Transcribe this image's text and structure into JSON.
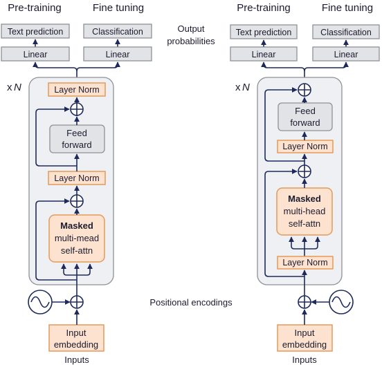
{
  "left": {
    "head1": "Pre-training",
    "head2": "Fine tuning",
    "out1": "Text prediction",
    "out2": "Classification",
    "linear1": "Linear",
    "linear2": "Linear",
    "repeat_x": "x",
    "repeat_n": "N",
    "norm_top": "Layer Norm",
    "ff1": "Feed",
    "ff2": "forward",
    "norm_mid": "Layer Norm",
    "attn1": "Masked",
    "attn2": "multi-mead",
    "attn3": "self-attn",
    "embed1": "Input",
    "embed2": "embedding",
    "inputs": "Inputs"
  },
  "right": {
    "head1": "Pre-training",
    "head2": "Fine tuning",
    "out1": "Text prediction",
    "out2": "Classification",
    "linear1": "Linear",
    "linear2": "Linear",
    "repeat_x": "x",
    "repeat_n": "N",
    "ff1": "Feed",
    "ff2": "forward",
    "norm_mid": "Layer Norm",
    "attn1": "Masked",
    "attn2": "multi-head",
    "attn3": "self-attn",
    "norm_bottom": "Layer Norm",
    "embed1": "Input",
    "embed2": "embedding",
    "inputs": "Inputs"
  },
  "center": {
    "output1": "Output",
    "output2": "probabilities",
    "positional": "Positional encodings"
  },
  "colors": {
    "line": "#1e2a5a",
    "gray_fill": "#e2e3e6",
    "orange_fill": "#fde3cf",
    "orange_stroke": "#e29a5a"
  }
}
